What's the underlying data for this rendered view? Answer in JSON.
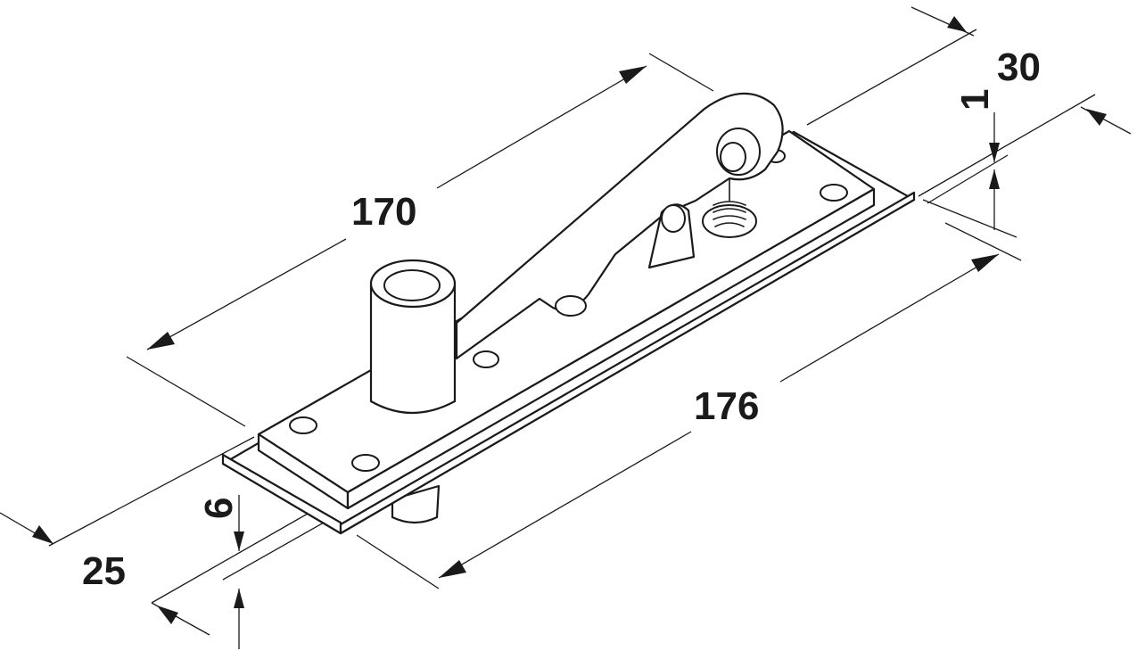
{
  "diagram": {
    "colors": {
      "line": "#1a1a1a",
      "background": "#ffffff"
    },
    "dimensions": {
      "length_top": "170",
      "length_bottom": "176",
      "width": "25",
      "height_total": "30",
      "plate_thickness": "6",
      "cover_thickness": "1"
    }
  }
}
